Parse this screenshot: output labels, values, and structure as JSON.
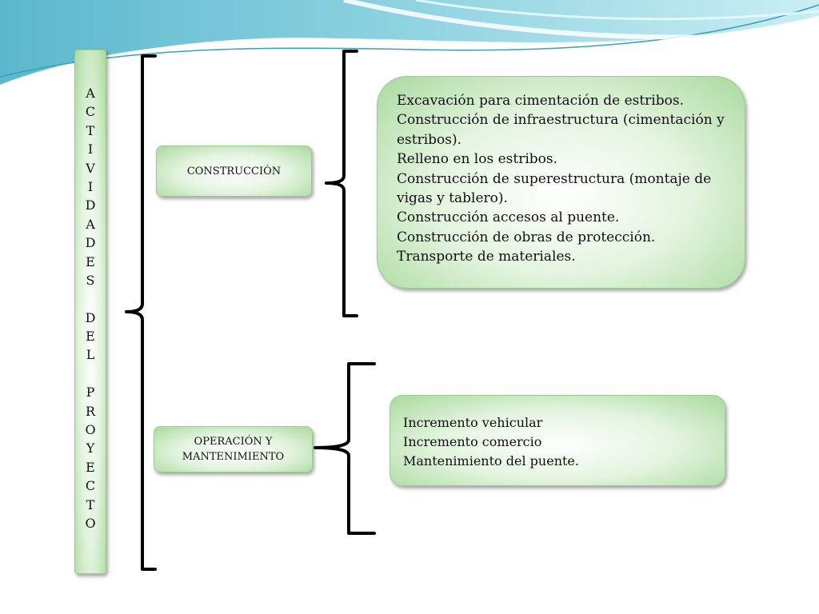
{
  "root": {
    "letters": [
      "A",
      "C",
      "T",
      "I",
      "V",
      "I",
      "D",
      "A",
      "D",
      "E",
      "S",
      " ",
      "D",
      "E",
      "L",
      " ",
      "P",
      "R",
      "O",
      "Y",
      "E",
      "C",
      "T",
      "O"
    ]
  },
  "categories": [
    {
      "label": "CONSTRUCCIÓN",
      "items": [
        "Excavación para cimentación de estribos.",
        "Construcción de infraestructura (cimentación y estribos).",
        "Relleno en los estribos.",
        "Construcción de superestructura (montaje de vigas y tablero).",
        "Construcción accesos al puente.",
        "Construcción de obras de protección.",
        "Transporte de materiales."
      ]
    },
    {
      "label": "OPERACIÓN Y MANTENIMIENTO",
      "items": [
        "Incremento vehicular",
        "Incremento comercio",
        "Mantenimiento del puente."
      ]
    }
  ],
  "colors": {
    "box_edge": "#a9d99d",
    "wave_dark": "#4fb0c6",
    "wave_light": "#bfe8ef",
    "bracket": "#000000"
  }
}
